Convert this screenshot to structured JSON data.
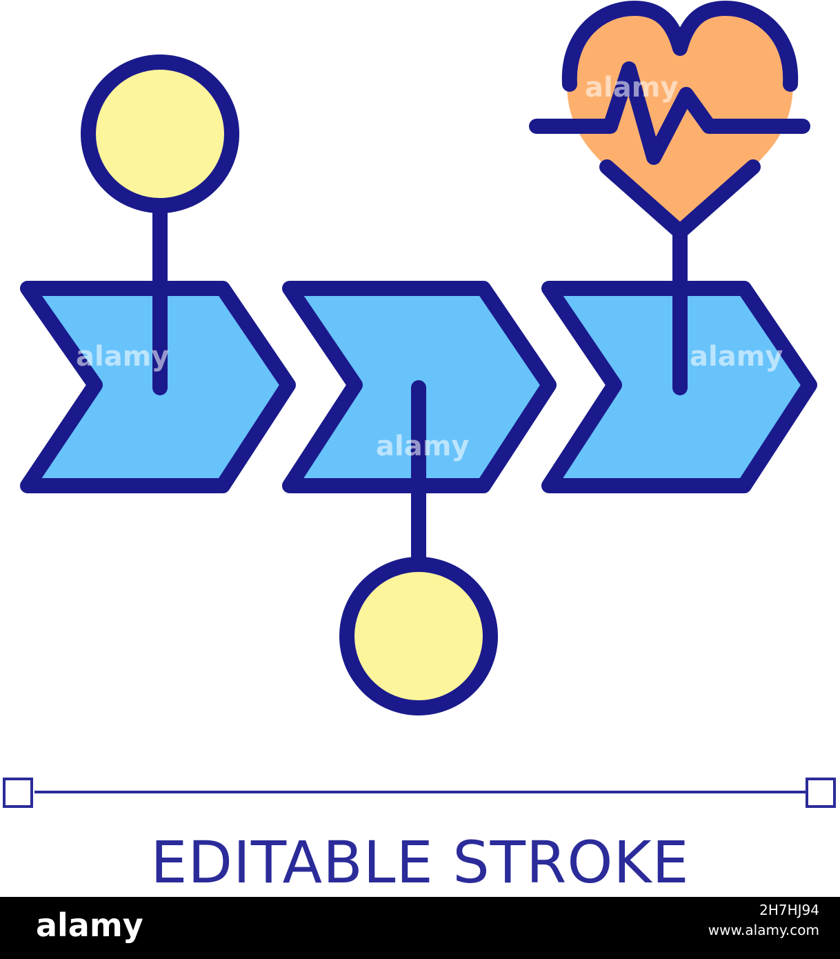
{
  "caption": "EDITABLE STROKE",
  "footer": {
    "logo": "alamy",
    "image_id": "2H7HJ94",
    "site": "www.alamy.com"
  },
  "watermark": "alamy",
  "icon": {
    "stroke": "#1a1a8c",
    "chevron_fill": "#68c3fb",
    "circle_fill": "#fdf59c",
    "heart_fill": "#fdb06e",
    "accent_text": "#2b2b9a"
  }
}
